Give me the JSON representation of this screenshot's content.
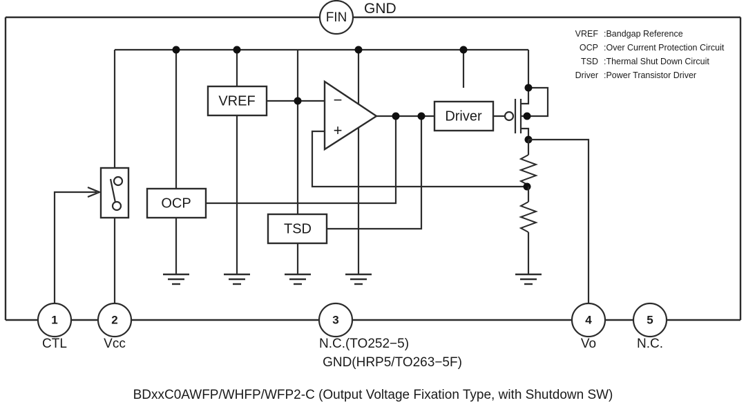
{
  "diagram": {
    "title": "BDxxC0AWFP/WHFP/WFP2-C (Output Voltage Fixation Type, with Shutdown SW)",
    "top_pad": {
      "name": "FIN",
      "rail_label": "GND"
    },
    "blocks": {
      "vref": "VREF",
      "ocp": "OCP",
      "tsd": "TSD",
      "driver": "Driver"
    },
    "opamp": {
      "minus": "−",
      "plus": "+"
    },
    "pins": [
      {
        "number": "1",
        "label": "CTL",
        "label2": ""
      },
      {
        "number": "2",
        "label": "Vcc",
        "label2": ""
      },
      {
        "number": "3",
        "label": "N.C.(TO252−5)",
        "label2": "GND(HRP5/TO263−5F)"
      },
      {
        "number": "4",
        "label": "Vo",
        "label2": ""
      },
      {
        "number": "5",
        "label": "N.C.",
        "label2": ""
      }
    ],
    "legend": [
      {
        "key": "VREF",
        "value": ":Bandgap Reference"
      },
      {
        "key": "OCP",
        "value": ":Over Current Protection Circuit"
      },
      {
        "key": "TSD",
        "value": ":Thermal Shut Down Circuit"
      },
      {
        "key": "Driver",
        "value": ":Power Transistor Driver"
      }
    ],
    "colors": {
      "line": "#2b2b2b",
      "text": "#1a1a1a",
      "background": "#ffffff"
    }
  }
}
